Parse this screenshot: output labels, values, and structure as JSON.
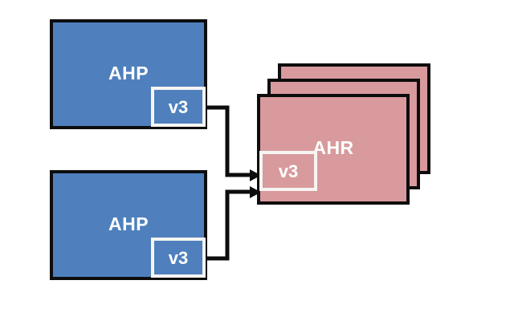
{
  "diagram": {
    "title": "AHP to AHR mapping diagram",
    "background_color": "#ffffff",
    "colors": {
      "ahp_fill": "#4f80bd",
      "ahr_fill": "#d89a9c",
      "node_border": "#0d0d0d",
      "chip_border": "#f7f4f2",
      "label_text": "#ffffff",
      "connector": "#0d0d0d"
    },
    "nodes": {
      "ahp_top": {
        "label": "AHP",
        "chip_label": "v3"
      },
      "ahp_bottom": {
        "label": "AHP",
        "chip_label": "v3"
      },
      "ahr_stack": {
        "label": "AHR",
        "chip_label": "v3",
        "card_count": 3
      }
    },
    "connectors": [
      {
        "from": "ahp_top.v3",
        "to": "ahr_stack.v3",
        "arrow": "arrowhead-right"
      },
      {
        "from": "ahp_bottom.v3",
        "to": "ahr_stack.v3",
        "arrow": "arrowhead-right"
      }
    ]
  }
}
